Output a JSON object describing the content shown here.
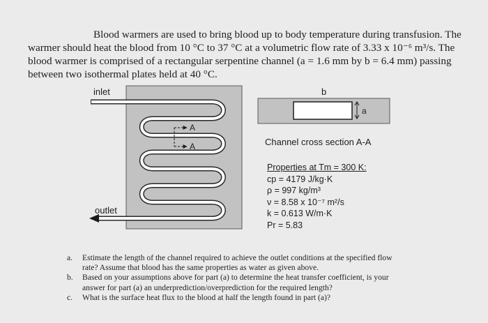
{
  "problem": {
    "intro_lines": [
      "Blood warmers are used to bring blood up to body temperature during transfusion. The",
      "warmer should heat the blood from 10 °C to 37 °C at a volumetric flow rate of 3.33 x 10⁻⁶ m³/s. The",
      "blood warmer is comprised of a rectangular serpentine channel (a = 1.6 mm by b = 6.4 mm) passing",
      "between two isothermal plates held at 40 °C."
    ]
  },
  "diagram": {
    "inlet_label": "inlet",
    "outlet_label": "outlet",
    "section_label_a_top": "A",
    "section_label_a_bottom": "A",
    "cross_section_b_label": "b",
    "cross_section_a_label": "a",
    "cross_section_caption": "Channel cross section A-A"
  },
  "properties": {
    "header": "Properties at Tm = 300 K:",
    "items": [
      "cp = 4179 J/kg·K",
      "ρ = 997 kg/m³",
      "ν = 8.58 x 10⁻⁷ m²/s",
      "k = 0.613 W/m·K",
      "Pr = 5.83"
    ]
  },
  "questions": [
    {
      "letter": "a.",
      "lines": [
        "Estimate the length of the channel required to achieve the outlet conditions at the specified flow",
        "rate? Assume that blood has the same properties as water as given above."
      ]
    },
    {
      "letter": "b.",
      "lines": [
        "Based on your assumptions above for part (a) to determine the heat transfer coefficient, is your",
        "answer for part (a) an underprediction/overprediction for the required length?"
      ]
    },
    {
      "letter": "c.",
      "lines": [
        "What is the surface heat flux to the blood at half the length found in part (a)?"
      ]
    }
  ]
}
